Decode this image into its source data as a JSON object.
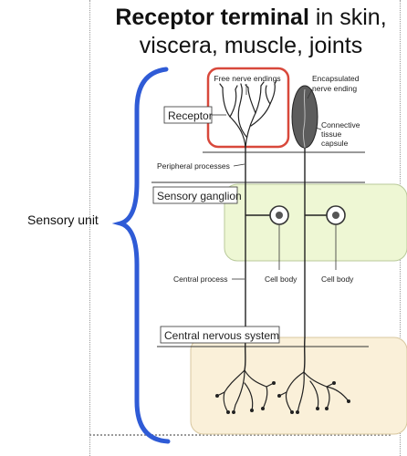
{
  "title": {
    "bold": "Receptor terminal",
    "rest_line1": " in skin,",
    "line2": "viscera, muscle, joints"
  },
  "sensory_unit_label": "Sensory unit",
  "diagram": {
    "free_nerve_endings": "Free nerve endings",
    "encapsulated_line1": "Encapsulated",
    "encapsulated_line2": "nerve ending",
    "receptor": "Receptor",
    "connective_line1": "Connective",
    "connective_line2": "tissue",
    "connective_line3": "capsule",
    "peripheral_processes": "Peripheral processes",
    "sensory_ganglion": "Sensory ganglion",
    "central_process": "Central process",
    "cell_body_1": "Cell body",
    "cell_body_2": "Cell body",
    "central_nervous_system": "Central nervous system"
  },
  "colors": {
    "brace": "#2f5bd6",
    "highlight_box": "#d8483b",
    "ganglion_fill": "#eef7d4",
    "cns_fill": "#faf0d9"
  }
}
